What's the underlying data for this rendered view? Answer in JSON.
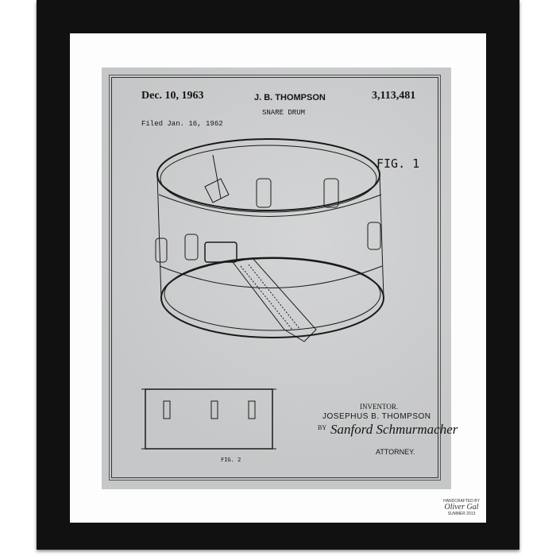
{
  "patent": {
    "date": "Dec. 10, 1963",
    "inventor_header": "J. B. THOMPSON",
    "patent_number": "3,113,481",
    "title": "SNARE DRUM",
    "filed": "Filed Jan. 16, 1962",
    "fig1_label": "FIG. 1",
    "fig2_label": "FIG. 2",
    "inventor_label": "INVENTOR.",
    "inventor_name": "JOSEPHUS B. THOMPSON",
    "by_label": "BY",
    "attorney_signature": "Sanford Schmurmacher",
    "attorney_label": "ATTORNEY."
  },
  "maker": {
    "line1": "HANDCRAFTED BY",
    "signature": "Oliver Gal",
    "line2": "SUMMER 2013"
  },
  "colors": {
    "frame": "#111111",
    "mat": "#fdfdfd",
    "paper": "#c9cacb",
    "ink": "#151515"
  }
}
